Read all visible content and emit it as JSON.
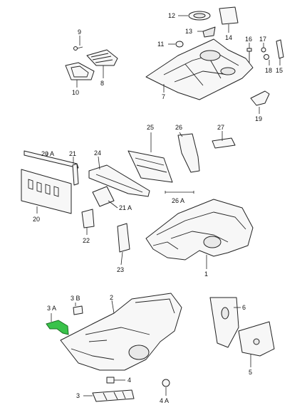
{
  "diagram": {
    "highlight_color": "#39c24a",
    "labels": {
      "l1": "1",
      "l2": "2",
      "l3": "3",
      "l3a": "3 A",
      "l3b": "3 B",
      "l4": "4",
      "l4a": "4 A",
      "l5": "5",
      "l6": "6",
      "l7": "7",
      "l8": "8",
      "l9": "9",
      "l10": "10",
      "l11": "11",
      "l12": "12",
      "l13": "13",
      "l14": "14",
      "l15": "15",
      "l16": "16",
      "l17": "17",
      "l18": "18",
      "l19": "19",
      "l20": "20",
      "l20a": "20 A",
      "l21": "21",
      "l21a": "21 A",
      "l22": "22",
      "l23": "23",
      "l24": "24",
      "l25": "25",
      "l26": "26",
      "l26a": "26 A",
      "l27": "27"
    }
  }
}
